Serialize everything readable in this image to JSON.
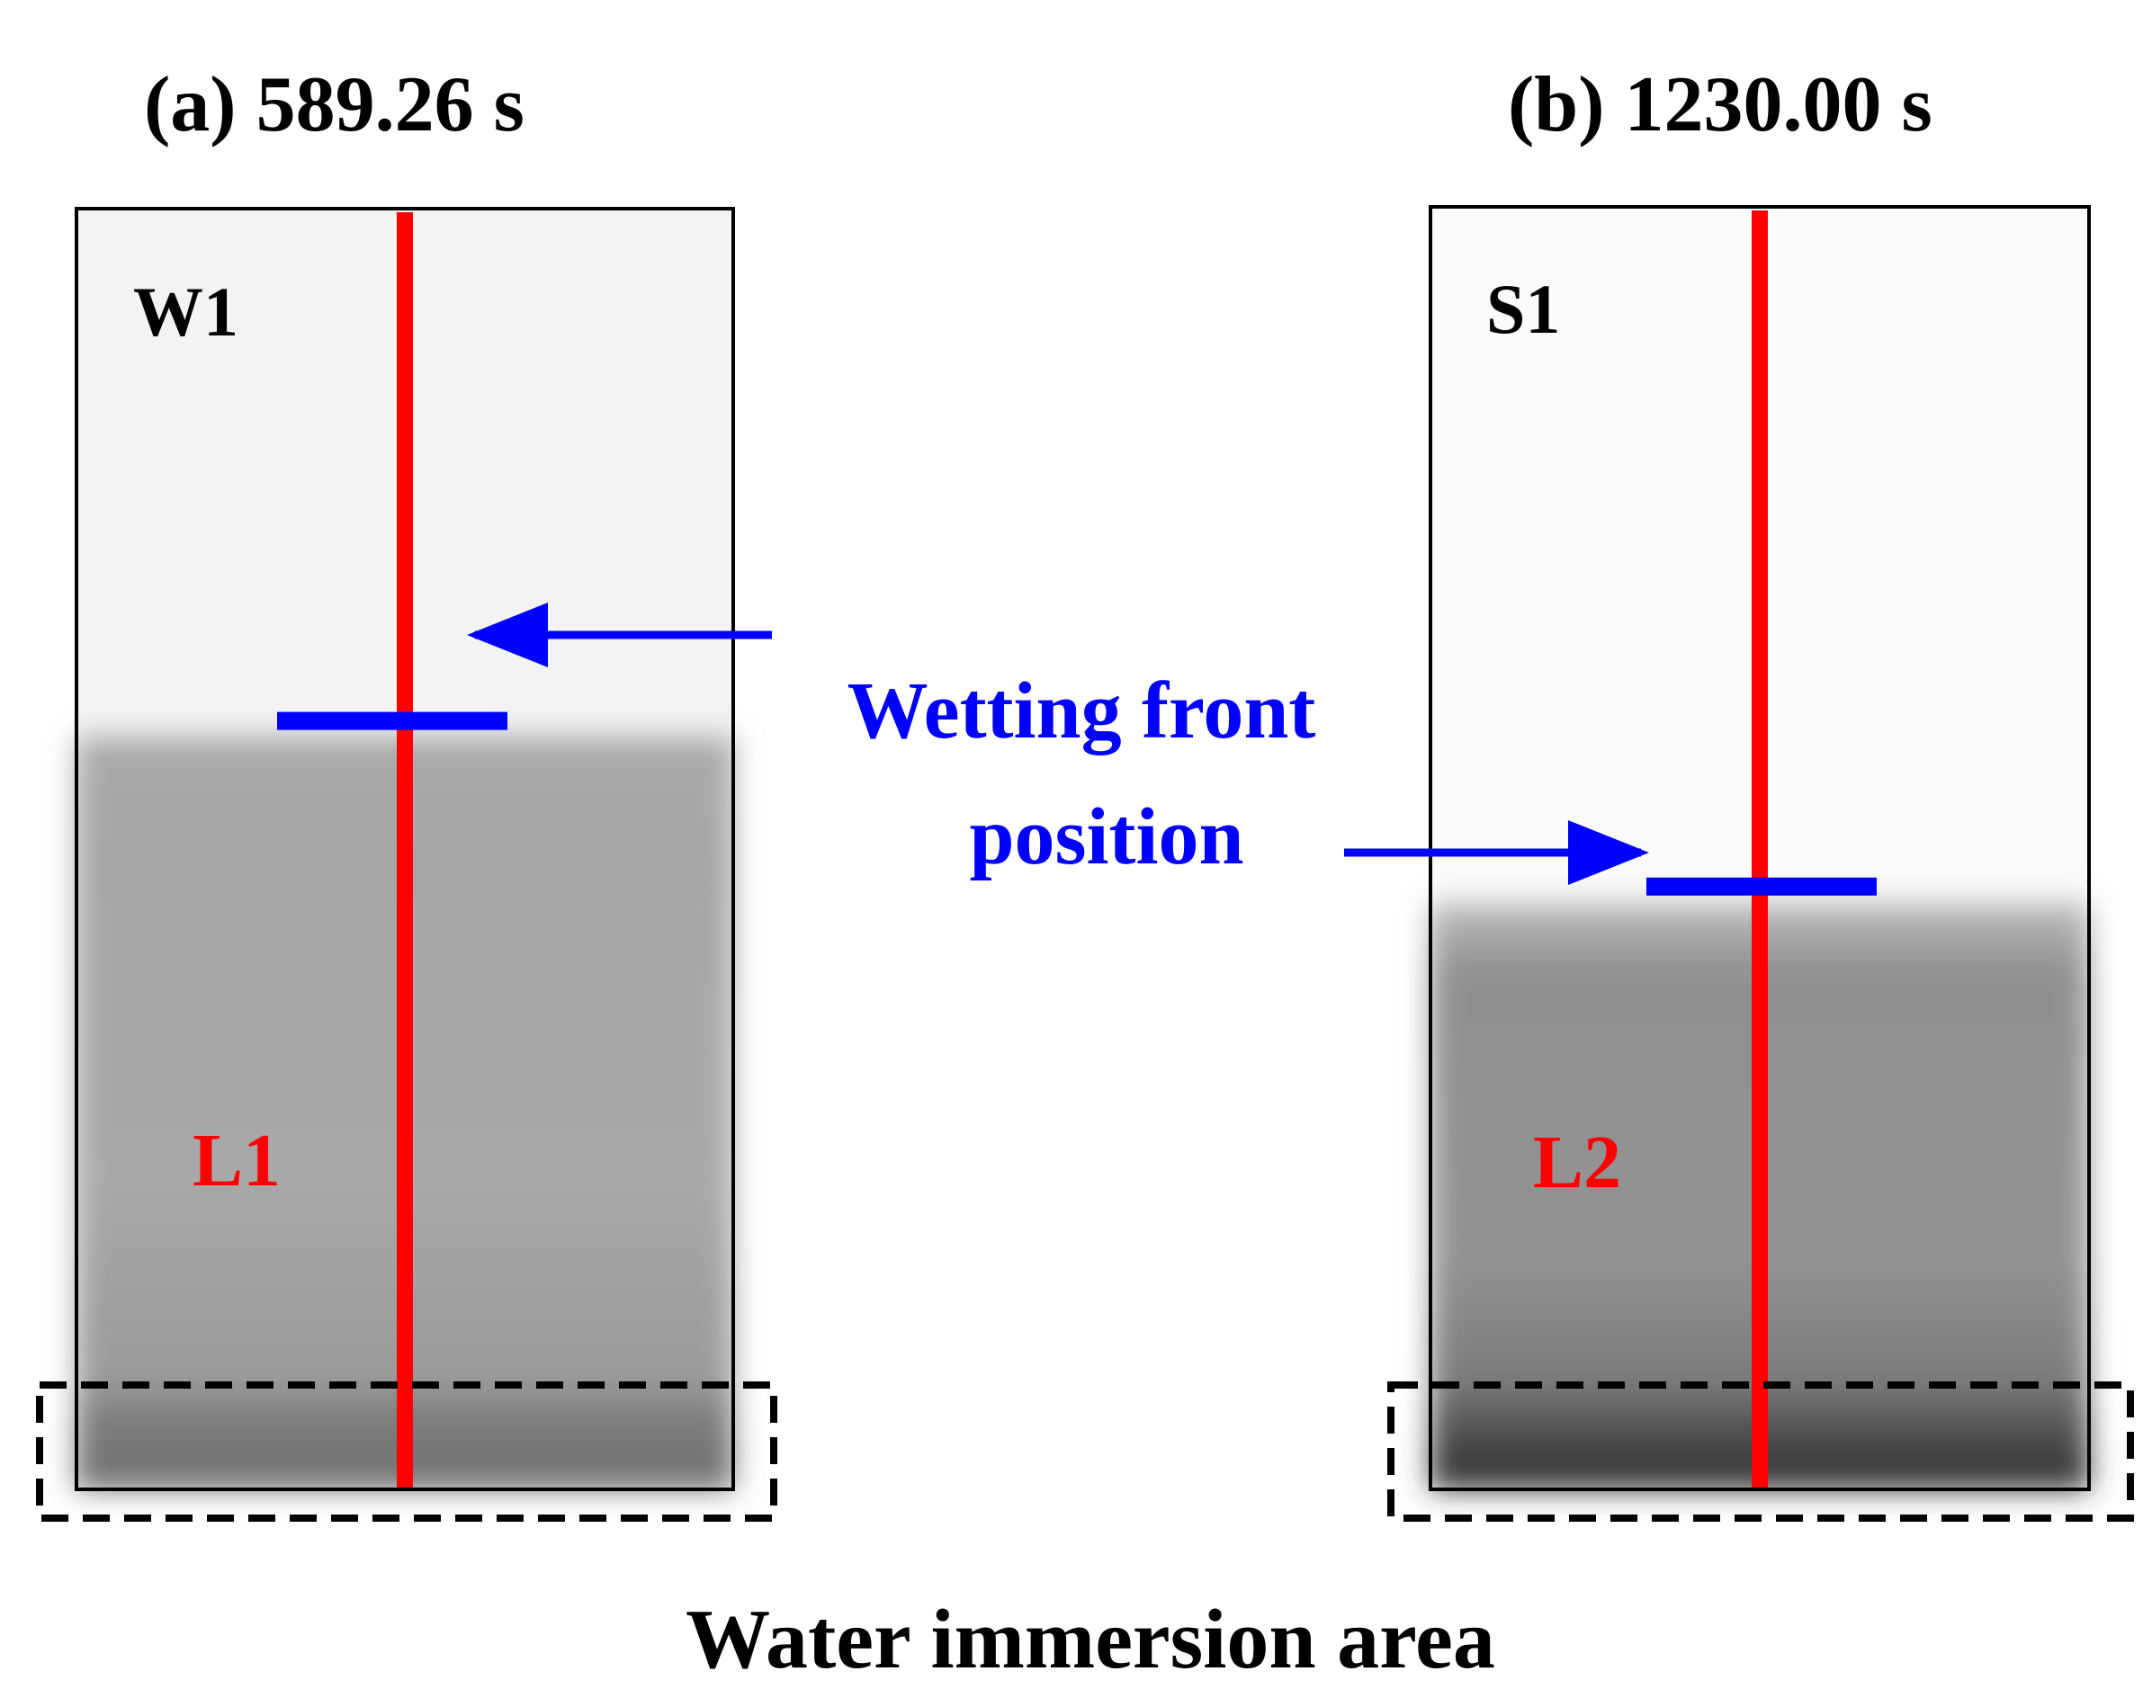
{
  "panels": [
    {
      "title": "(a) 589.26 s",
      "specimen": "W1",
      "line_label": "L1",
      "wetting_front_fraction_from_bottom": 0.6
    },
    {
      "title": "(b) 1230.00 s",
      "specimen": "S1",
      "line_label": "L2",
      "wetting_front_fraction_from_bottom": 0.47
    }
  ],
  "annotation": {
    "line1": "Wetting front",
    "line2": "position"
  },
  "bottom_label": "Water immersion area",
  "colors": {
    "measurement_line": "#ff0000",
    "wetting_front": "#0000ff",
    "immersion_box": "#000000"
  }
}
